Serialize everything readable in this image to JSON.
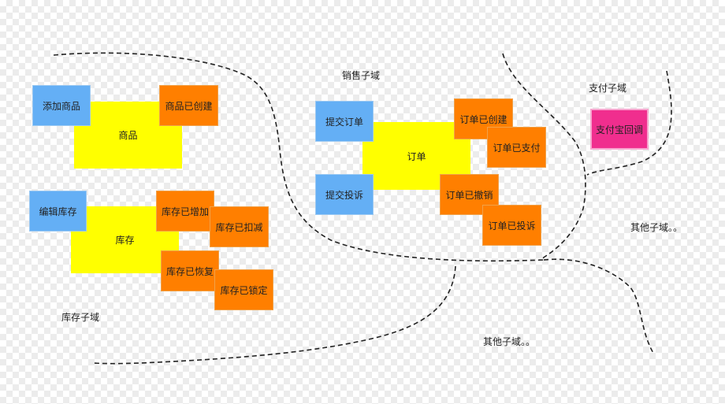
{
  "domains": {
    "sales": "销售子域",
    "payment": "支付子域",
    "inventory": "库存子域",
    "other_right": "其他子域。。",
    "other_bottom": "其他子域。。"
  },
  "product": {
    "aggregate": "商品",
    "command": "添加商品",
    "events": [
      "商品已创建"
    ]
  },
  "stock": {
    "aggregate": "库存",
    "command": "编辑库存",
    "events": [
      "库存已增加",
      "库存已扣减",
      "库存已恢复",
      "库存已锁定"
    ]
  },
  "order": {
    "aggregate": "订单",
    "commands": [
      "提交订单",
      "提交投诉"
    ],
    "events": [
      "订单已创建",
      "订单已支付",
      "订单已撤销",
      "订单已投诉"
    ]
  },
  "payment": {
    "external": "支付宝回调"
  },
  "colors": {
    "aggregate": "#ffff00",
    "command": "#64aff5",
    "event": "#ff7f00",
    "external": "#f02e8e"
  }
}
